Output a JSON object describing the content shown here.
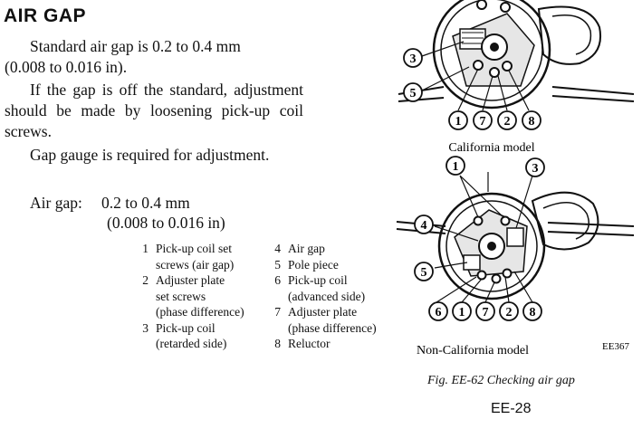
{
  "heading": "AIR GAP",
  "paragraphs": {
    "p1_line1": "Standard air gap is 0.2 to 0.4 mm",
    "p1_line2": "(0.008 to 0.016 in).",
    "p2": "If the gap is off the standard, adjustment should be made by loosening pick-up coil screws.",
    "p3": "Gap gauge is required for adjustment."
  },
  "air_gap": {
    "label": "Air gap:",
    "value_mm": "0.2 to 0.4 mm",
    "value_in": "(0.008 to 0.016 in)"
  },
  "legend": [
    {
      "num": "1",
      "lines": [
        "Pick-up coil set",
        "screws (air gap)"
      ]
    },
    {
      "num": "2",
      "lines": [
        "Adjuster plate",
        "set screws",
        "(phase difference)"
      ]
    },
    {
      "num": "3",
      "lines": [
        "Pick-up coil",
        "(retarded side)"
      ]
    },
    {
      "num": "4",
      "lines": [
        "Air gap"
      ]
    },
    {
      "num": "5",
      "lines": [
        "Pole piece"
      ]
    },
    {
      "num": "6",
      "lines": [
        "Pick-up coil",
        "(advanced side)"
      ]
    },
    {
      "num": "7",
      "lines": [
        "Adjuster plate",
        "(phase difference)"
      ]
    },
    {
      "num": "8",
      "lines": [
        "Reluctor"
      ]
    }
  ],
  "figure": {
    "top_caption": "California model",
    "bottom_caption": "Non-California model",
    "code": "EE367",
    "fig_caption": "Fig. EE-62 Checking air gap",
    "top_callouts": [
      "3",
      "5",
      "1",
      "7",
      "2",
      "8"
    ],
    "bottom_callouts": [
      "1",
      "3",
      "4",
      "5",
      "6",
      "1",
      "7",
      "2",
      "8"
    ]
  },
  "page_number": "EE-28"
}
